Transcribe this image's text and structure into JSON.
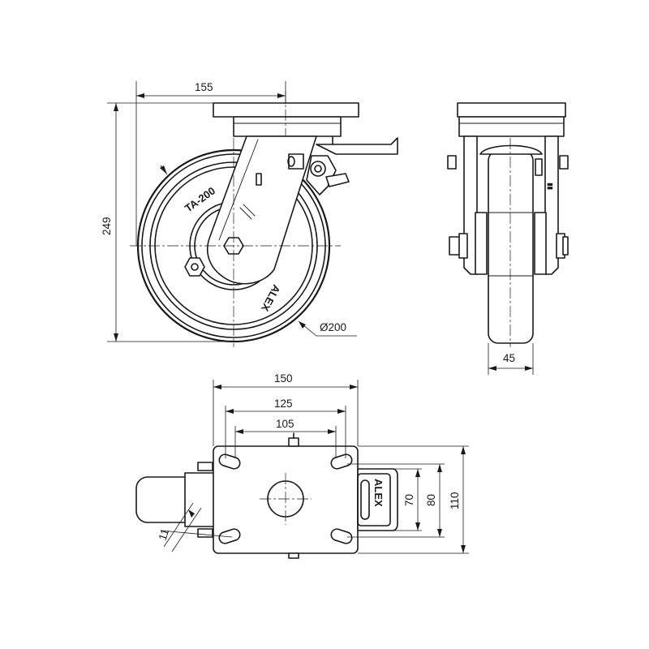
{
  "drawing": {
    "views": [
      "front-view",
      "side-view",
      "top-view"
    ],
    "front": {
      "model_label": "TA-200",
      "brand_label": "ALEX",
      "dimensions": {
        "offset": "155",
        "height": "249",
        "wheel_diameter": "Ø200"
      }
    },
    "side": {
      "dimensions": {
        "wheel_width": "45"
      }
    },
    "top": {
      "brand_label": "ALEX",
      "dimensions": {
        "plate_width": "150",
        "hole_spacing_outer": "125",
        "hole_spacing_inner": "105",
        "slot_width": "11",
        "hole_spacing_short_inner": "70",
        "hole_spacing_short_outer": "80",
        "plate_length": "110"
      }
    }
  }
}
